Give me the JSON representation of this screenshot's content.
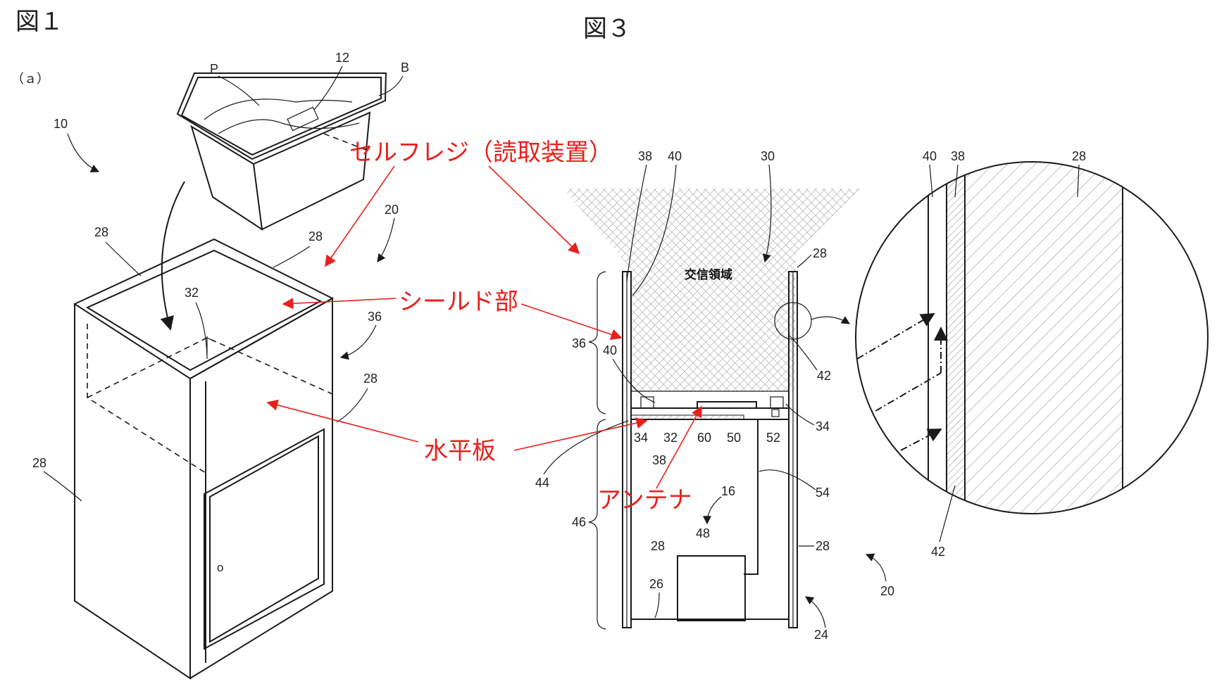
{
  "figures": {
    "fig1_title": "図１",
    "fig3_title": "図３",
    "fig1_sub": "（ａ）"
  },
  "fig1_labels": {
    "p": "P",
    "n12": "12",
    "b": "B",
    "n10": "10",
    "n20": "20",
    "n28_a": "28",
    "n28_b": "28",
    "n32": "32",
    "n36": "36",
    "n28_c": "28",
    "n28_d": "28"
  },
  "fig3_labels": {
    "n38_top": "38",
    "n40_top": "40",
    "n30": "30",
    "n28_top": "28",
    "region": "交信領域",
    "n36": "36",
    "n40_mid": "40",
    "n42": "42",
    "n34_l": "34",
    "n32": "32",
    "n38_mid": "38",
    "n60": "60",
    "n50": "50",
    "n52": "52",
    "n34_r": "34",
    "n44": "44",
    "n16": "16",
    "n54": "54",
    "n46": "46",
    "n48": "48",
    "n28_l": "28",
    "n28_r": "28",
    "n26": "26",
    "n24": "24",
    "n20": "20"
  },
  "detail_labels": {
    "n40": "40",
    "n38": "38",
    "n28": "28",
    "n42": "42"
  },
  "annotations": {
    "self_register": "セルフレジ（読取装置）",
    "shield": "シールド部",
    "horizontal_plate": "水平板",
    "antenna": "アンテナ"
  },
  "colors": {
    "annotation": "#e8201c",
    "line": "#1a1a1a"
  }
}
